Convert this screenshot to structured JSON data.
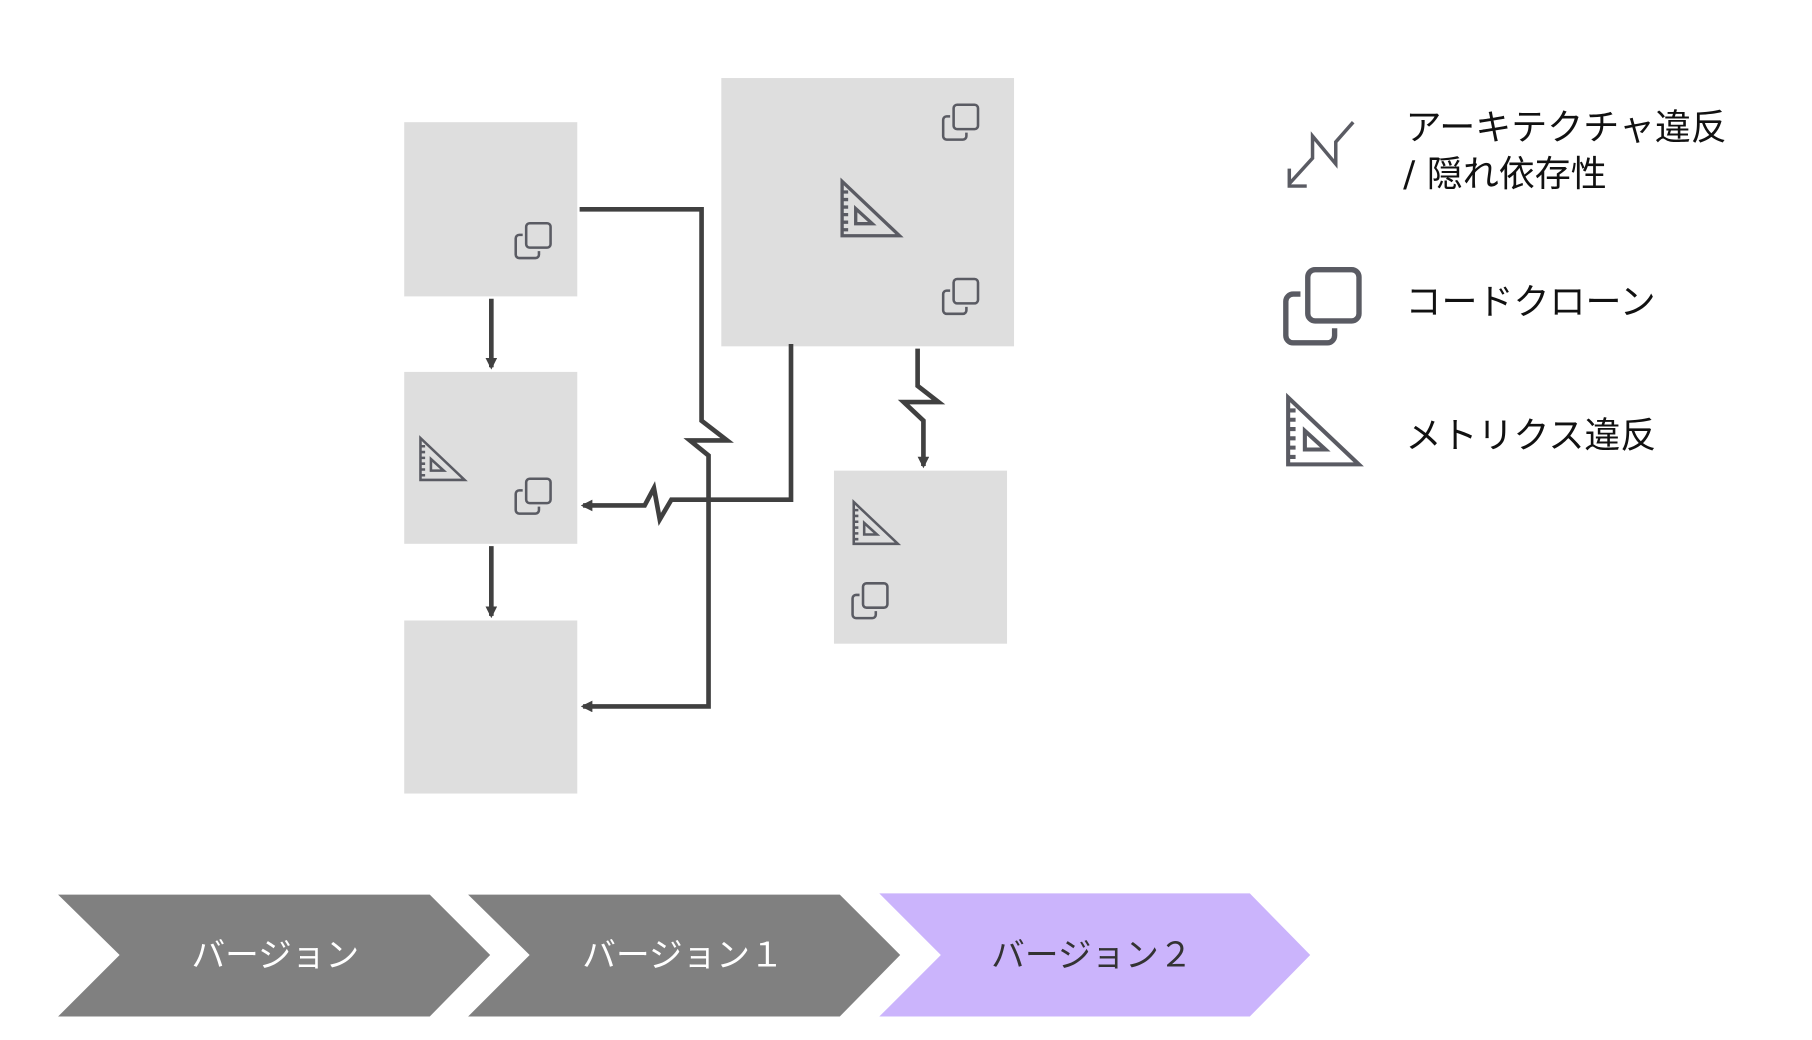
{
  "legend": {
    "arch_line1": "アーキテクチャ違反",
    "arch_line2": "/ 隠れ依存性",
    "clone": "コードクローン",
    "metrics": "メトリクス違反"
  },
  "versions": [
    {
      "label": "バージョン",
      "color": "#808080",
      "text_color": "#ffffff"
    },
    {
      "label": "バージョン１",
      "color": "#808080",
      "text_color": "#ffffff"
    },
    {
      "label": "バージョン２",
      "color": "#cbb4fc",
      "text_color": "#333333"
    }
  ]
}
